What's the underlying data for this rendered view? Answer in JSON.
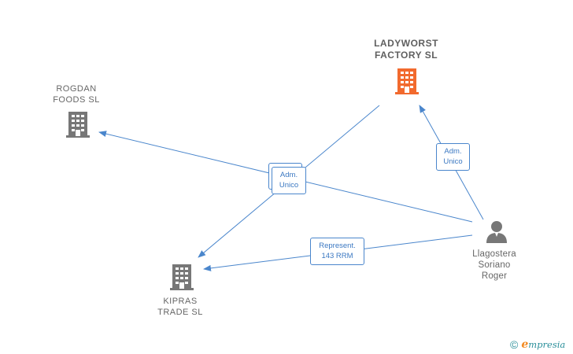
{
  "nodes": {
    "ladyworst": {
      "line1": "LADYWORST",
      "line2": "FACTORY  SL",
      "color": "#f26a2e"
    },
    "rogdan": {
      "line1": "ROGDAN",
      "line2": "FOODS  SL",
      "color": "#777777"
    },
    "kipras": {
      "line1": "KIPRAS",
      "line2": "TRADE  SL",
      "color": "#777777"
    },
    "person": {
      "line1": "Llagostera",
      "line2": "Soriano",
      "line3": "Roger",
      "color": "#777777"
    }
  },
  "edges": {
    "adm_unico_ladyworst": {
      "line1": "Adm.",
      "line2": "Unico"
    },
    "adm_unico_center": {
      "line1": "Adm.",
      "line2": "Unico"
    },
    "represent_kipras": {
      "line1": "Represent.",
      "line2": "143 RRM"
    }
  },
  "edge_color": "#4a86cc",
  "footer": {
    "copyright": "©",
    "brand_first": "e",
    "brand_rest": "mpresia"
  }
}
